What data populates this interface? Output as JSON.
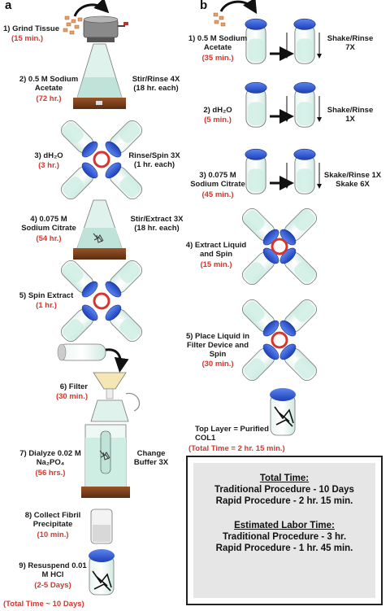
{
  "panel_a": {
    "letter": "a",
    "steps": [
      {
        "label": "1) Grind Tissue",
        "time": "(15 min.)"
      },
      {
        "label": "2) 0.5 M Sodium Acetate",
        "time": "(72 hr.)",
        "side": "Stir/Rinse 4X (18 hr. each)"
      },
      {
        "label": "3) dH₂O",
        "time": "(3 hr.)",
        "side": "Rinse/Spin 3X (1 hr. each)"
      },
      {
        "label": "4) 0.075 M Sodium Citrate",
        "time": "(54 hr.)",
        "side": "Stir/Extract 3X (18 hr. each)"
      },
      {
        "label": "5) Spin Extract",
        "time": "(1 hr.)"
      },
      {
        "label": "6) Filter",
        "time": "(30 min.)"
      },
      {
        "label": "7) Dialyze 0.02 M Na₂PO₄",
        "time": "(56 hrs.)",
        "side": "Change Buffer 3X"
      },
      {
        "label": "8) Collect Fibril Precipitate",
        "time": "(10 min.)"
      },
      {
        "label": "9) Resuspend 0.01 M HCl",
        "time": "(2-5 Days)"
      }
    ],
    "total": "(Total Time ~ 10 Days)"
  },
  "panel_b": {
    "letter": "b",
    "steps": [
      {
        "label": "1) 0.5 M Sodium Acetate",
        "time": "(35 min.)",
        "side": "Shake/Rinse 7X"
      },
      {
        "label": "2) dH₂O",
        "time": "(5 min.)",
        "side": "Shake/Rinse 1X"
      },
      {
        "label": "3) 0.075 M Sodium Citrate",
        "time": "(45 min.)",
        "side": "Skake/Rinse 1X Skake 6X"
      },
      {
        "label": "4) Extract Liquid and Spin",
        "time": "(15 min.)"
      },
      {
        "label": "5) Place Liquid in Filter Device and Spin",
        "time": "(30 min.)"
      }
    ],
    "final_label": "Top Layer = Purified COL1",
    "total": "(Total Time = 2 hr. 15 min.)"
  },
  "summary": {
    "total_title": "Total Time:",
    "traditional_total": "Traditional Procedure - 10 Days",
    "rapid_total": "Rapid Procedure - 2 hr. 15 min.",
    "labor_title": "Estimated Labor Time:",
    "traditional_labor": "Traditional Procedure - 3 hr.",
    "rapid_labor": "Rapid Procedure - 1 hr. 45 min."
  },
  "colors": {
    "accent_red": "#d4372f",
    "cap_blue": "#2a55d6",
    "liquid": "#bfe3d9",
    "wood": "#7a3f1c"
  }
}
